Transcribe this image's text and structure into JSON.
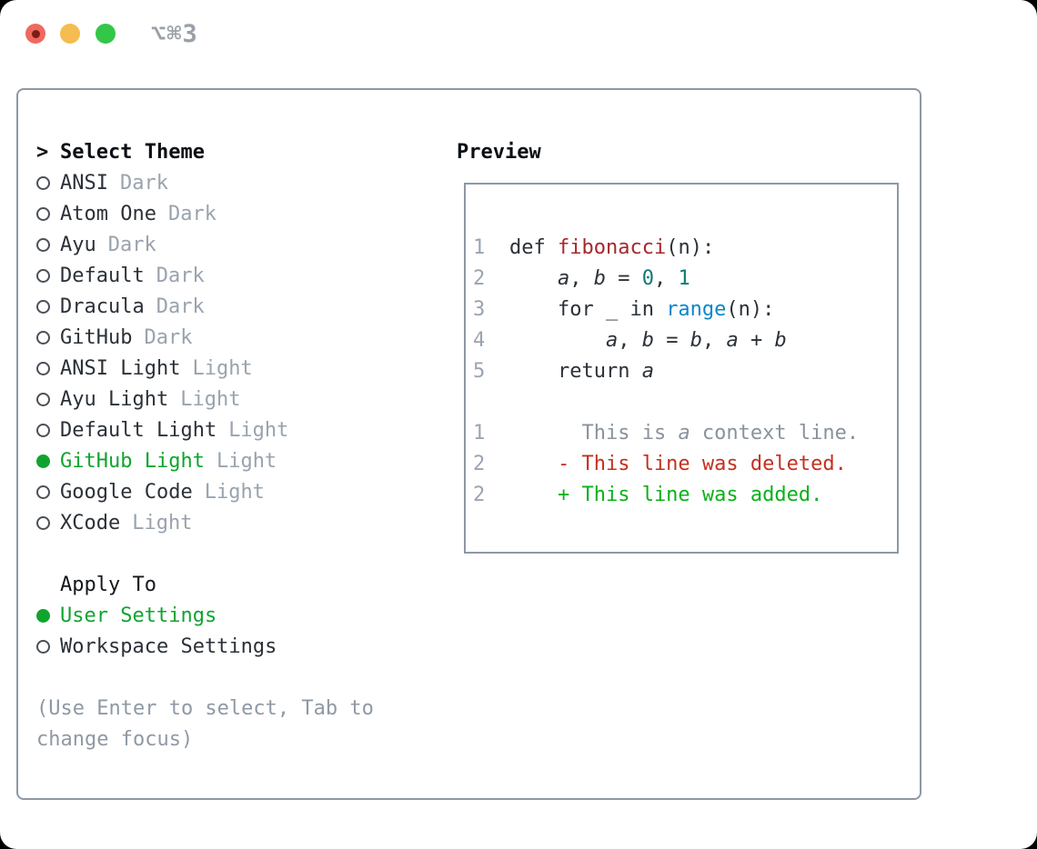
{
  "window": {
    "shortcut": "⌥⌘3"
  },
  "traffic_lights": {
    "close_icon": "red-circle-with-dot",
    "minimize_icon": "yellow-circle",
    "zoom_icon": "green-circle",
    "colors": {
      "close": "#ee6a5f",
      "minimize": "#f5bd4f",
      "zoom": "#33c748"
    }
  },
  "theme_panel": {
    "header_prefix": ">",
    "header": "Select Theme",
    "themes": [
      {
        "name": "ANSI",
        "variant": "Dark",
        "selected": false
      },
      {
        "name": "Atom One",
        "variant": "Dark",
        "selected": false
      },
      {
        "name": "Ayu",
        "variant": "Dark",
        "selected": false
      },
      {
        "name": "Default",
        "variant": "Dark",
        "selected": false
      },
      {
        "name": "Dracula",
        "variant": "Dark",
        "selected": false
      },
      {
        "name": "GitHub",
        "variant": "Dark",
        "selected": false
      },
      {
        "name": "ANSI Light",
        "variant": "Light",
        "selected": false
      },
      {
        "name": "Ayu Light",
        "variant": "Light",
        "selected": false
      },
      {
        "name": "Default Light",
        "variant": "Light",
        "selected": false
      },
      {
        "name": "GitHub Light",
        "variant": "Light",
        "selected": true
      },
      {
        "name": "Google Code",
        "variant": "Light",
        "selected": false
      },
      {
        "name": "XCode",
        "variant": "Light",
        "selected": false
      }
    ],
    "apply_to": {
      "header": "Apply To",
      "options": [
        {
          "name": "User Settings",
          "selected": true
        },
        {
          "name": "Workspace Settings",
          "selected": false
        }
      ]
    },
    "hint_lines": [
      "(Use Enter to select, Tab to",
      "change focus)"
    ]
  },
  "preview": {
    "title": "Preview",
    "code_lines": [
      {
        "num": "1",
        "tokens": [
          {
            "t": "def ",
            "c": "p"
          },
          {
            "t": "fibonacci",
            "c": "f"
          },
          {
            "t": "(n):",
            "c": "p"
          }
        ]
      },
      {
        "num": "2",
        "tokens": [
          {
            "t": "    ",
            "c": "p"
          },
          {
            "t": "a",
            "c": "v"
          },
          {
            "t": ", ",
            "c": "p"
          },
          {
            "t": "b",
            "c": "v"
          },
          {
            "t": " = ",
            "c": "p"
          },
          {
            "t": "0",
            "c": "n"
          },
          {
            "t": ", ",
            "c": "p"
          },
          {
            "t": "1",
            "c": "n"
          }
        ]
      },
      {
        "num": "3",
        "tokens": [
          {
            "t": "    for _ in ",
            "c": "p"
          },
          {
            "t": "range",
            "c": "b"
          },
          {
            "t": "(n):",
            "c": "p"
          }
        ]
      },
      {
        "num": "4",
        "tokens": [
          {
            "t": "        ",
            "c": "p"
          },
          {
            "t": "a",
            "c": "v"
          },
          {
            "t": ", ",
            "c": "p"
          },
          {
            "t": "b",
            "c": "v"
          },
          {
            "t": " = ",
            "c": "p"
          },
          {
            "t": "b",
            "c": "v"
          },
          {
            "t": ", ",
            "c": "p"
          },
          {
            "t": "a",
            "c": "v"
          },
          {
            "t": " + ",
            "c": "p"
          },
          {
            "t": "b",
            "c": "v"
          }
        ]
      },
      {
        "num": "5",
        "tokens": [
          {
            "t": "    return ",
            "c": "p"
          },
          {
            "t": "a",
            "c": "v"
          }
        ]
      }
    ],
    "diff_lines": [
      {
        "num": "1",
        "tokens": [
          {
            "t": "      This is ",
            "c": "c"
          },
          {
            "t": "a",
            "c": "cv"
          },
          {
            "t": " context line.",
            "c": "c"
          }
        ]
      },
      {
        "num": "2",
        "tokens": [
          {
            "t": "    - This line was deleted.",
            "c": "d"
          }
        ]
      },
      {
        "num": "2",
        "tokens": [
          {
            "t": "    + This line was added.",
            "c": "a"
          }
        ]
      }
    ]
  },
  "colors": {
    "selected_green": "#10a42f",
    "function_red": "#a5282c",
    "number_teal": "#0e7a74",
    "builtin_blue": "#0a87c7",
    "diff_deleted_red": "#c5301f",
    "diff_added_green": "#0cb01c",
    "diff_context_gray": "#8a929c",
    "muted_gray": "#99a3ae",
    "border_gray": "#8e98a5",
    "text_dark": "#2b3138"
  }
}
